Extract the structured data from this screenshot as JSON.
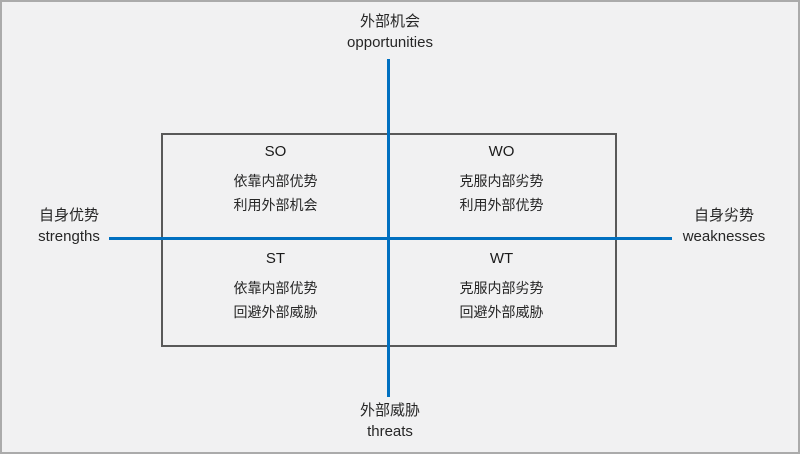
{
  "diagram": {
    "type": "swot-matrix",
    "colors": {
      "background": "#f1f1f2",
      "frame_border": "#ababab",
      "axis_blue": "#0070c0",
      "box_border": "#595959",
      "text": "#262626"
    },
    "axes": {
      "top": {
        "zh": "外部机会",
        "en": "opportunities"
      },
      "bottom": {
        "zh": "外部威胁",
        "en": "threats"
      },
      "left": {
        "zh": "自身优势",
        "en": "strengths"
      },
      "right": {
        "zh": "自身劣势",
        "en": "weaknesses"
      }
    },
    "quadrants": [
      {
        "title": "SO",
        "lines": [
          "依靠内部优势",
          "利用外部机会"
        ]
      },
      {
        "title": "WO",
        "lines": [
          "克服内部劣势",
          "利用外部优势"
        ]
      },
      {
        "title": "ST",
        "lines": [
          "依靠内部优势",
          "回避外部威胁"
        ]
      },
      {
        "title": "WT",
        "lines": [
          "克服内部劣势",
          "回避外部威胁"
        ]
      }
    ]
  }
}
